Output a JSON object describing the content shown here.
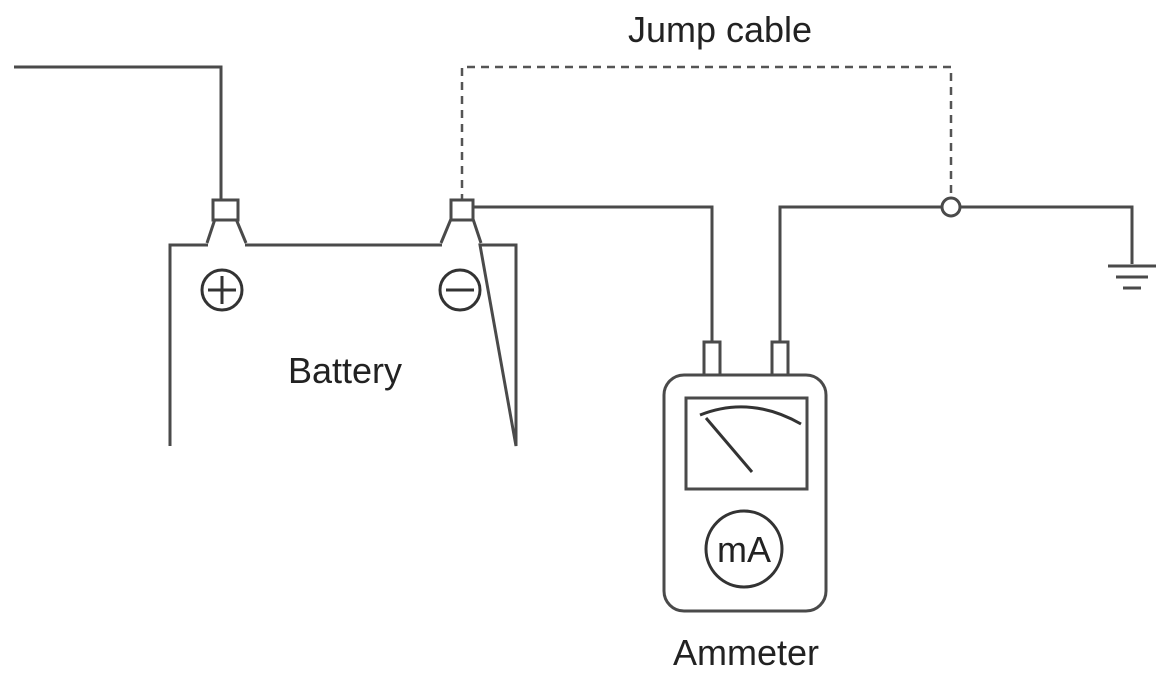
{
  "labels": {
    "jump_cable": "Jump cable",
    "battery": "Battery",
    "ammeter": "Ammeter",
    "ammeter_unit": "mA",
    "positive_sign": "+",
    "negative_sign": "−"
  }
}
